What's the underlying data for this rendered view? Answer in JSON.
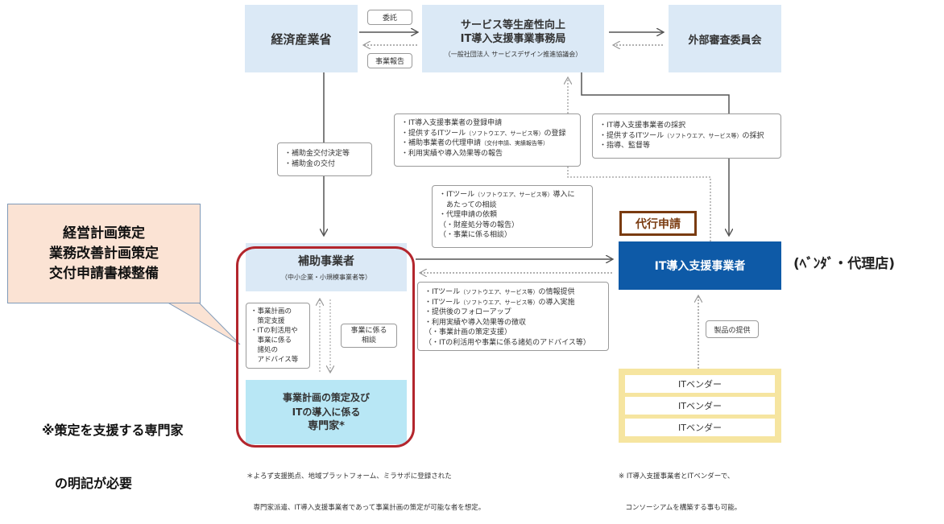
{
  "meti": "経済産業省",
  "secretariat": {
    "line1": "サービス等生産性向上",
    "line2": "IT導入支援事業事務局",
    "sub": "（一般社団法人 サービスデザイン推進協議会）"
  },
  "committee": "外部審査委員会",
  "label_consign": "委託",
  "label_report": "事業報告",
  "note_subsidy": [
    "・補助金交付決定等",
    "・補助金の交付"
  ],
  "note_register": [
    {
      "main": "・IT導入支援事業者の登録申請",
      "small": ""
    },
    {
      "main": "・提供するITツール",
      "small": "（ソフトウエア、サービス等）",
      "tail": "の登録"
    },
    {
      "main": "・補助事業者の代理申請",
      "small": "（交付申請、実績報告等）",
      "tail": ""
    },
    {
      "main": "・利用実績や導入効果等の報告",
      "small": ""
    }
  ],
  "note_adopt": [
    {
      "main": "・IT導入支援事業者の採択",
      "small": ""
    },
    {
      "main": "・提供するITツール",
      "small": "（ソフトウエア、サービス等）",
      "tail": "の採択"
    },
    {
      "main": "・指導、監督等",
      "small": ""
    }
  ],
  "note_consult": [
    {
      "main": "・ITツール",
      "small": "（ソフトウエア、サービス等）",
      "tail": "導入に"
    },
    {
      "main": "　あたっての相談",
      "small": ""
    },
    {
      "main": "・代理申請の依頼",
      "small": ""
    },
    {
      "main": "（・財産処分等の報告）",
      "small": ""
    },
    {
      "main": "（・事業に係る相談）",
      "small": ""
    }
  ],
  "proxy_label": "代行申請",
  "it_support": "IT導入支援事業者",
  "vendor_label": "(ﾍﾞﾝﾀﾞ・代理店)",
  "callout": [
    "経営計画策定",
    "業務改善計画策定",
    "交付申請書様整備"
  ],
  "expert_note": [
    "※策定を支援する専門家",
    "　の明記が必要"
  ],
  "subsidy_recipient": {
    "title": "補助事業者",
    "sub": "（中小企業・小規模事業者等）"
  },
  "expert_support": [
    "・事業計画の",
    "　策定支援",
    "・ITの利活用や",
    "　事業に係る",
    "　諸処の",
    "　アドバイス等"
  ],
  "consult_label": [
    "事業に係る",
    "相談"
  ],
  "expert_box": [
    "事業計画の策定及び",
    "ITの導入に係る",
    "専門家*"
  ],
  "note_provide": [
    {
      "main": "・ITツール",
      "small": "（ソフトウエア、サービス等）",
      "tail": "の情報提供"
    },
    {
      "main": "・ITツール",
      "small": "（ソフトウエア、サービス等）",
      "tail": "の導入実施"
    },
    {
      "main": "・提供後のフォローアップ",
      "small": ""
    },
    {
      "main": "・利用実績や導入効果等の徴収",
      "small": ""
    },
    {
      "main": "（・事業計画の策定支援）",
      "small": ""
    },
    {
      "main": "（・ITの利活用や事業に係る諸処のアドバイス等）",
      "small": ""
    }
  ],
  "product_label": "製品の提供",
  "vendors": [
    "ITベンダー",
    "ITベンダー",
    "ITベンダー"
  ],
  "footnote_left": [
    "＊よろず支援拠点、地域プラットフォーム、ミラサポに登録された",
    "　専門家派遣、IT導入支援事業者であって事業計画の策定が可能な者を想定。"
  ],
  "footnote_right": [
    "※ IT導入支援事業者とITベンダーで、",
    "　コンソーシアムを構築する事も可能。"
  ],
  "colors": {
    "light_blue": "#dbe9f6",
    "dark_blue": "#0e5aa7",
    "red_frame": "#b3262d",
    "callout_fill": "#fbe3d4",
    "brown": "#7a3b10",
    "vendor_frame": "#f6e5a0",
    "expert_fill": "#b8e7f5"
  }
}
